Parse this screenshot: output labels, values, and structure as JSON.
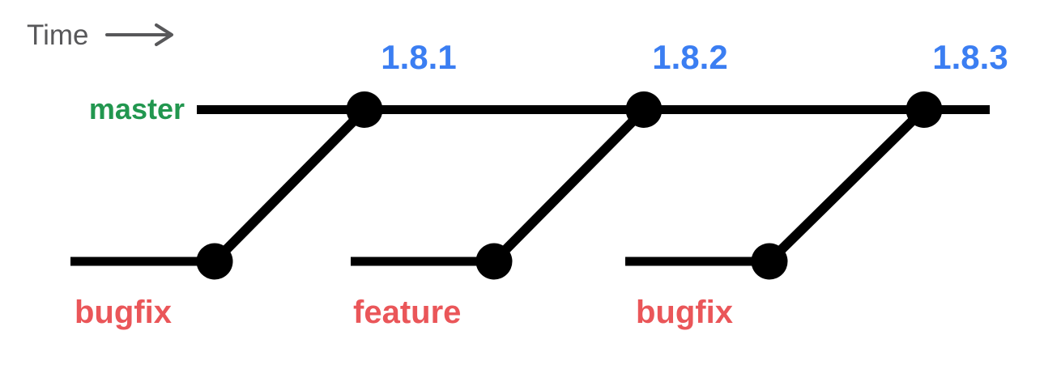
{
  "time_label": "Time",
  "master_branch": {
    "label": "master"
  },
  "releases": [
    {
      "version": "1.8.1"
    },
    {
      "version": "1.8.2"
    },
    {
      "version": "1.8.3"
    }
  ],
  "topic_branches": [
    {
      "label": "bugfix",
      "merges_at_release": "1.8.1"
    },
    {
      "label": "feature",
      "merges_at_release": "1.8.2"
    },
    {
      "label": "bugfix",
      "merges_at_release": "1.8.3"
    }
  ],
  "colors": {
    "master_label": "#22974F",
    "release_label": "#3B7EF2",
    "topic_label": "#EA5659",
    "graph_line": "#000000",
    "commit_dot": "#000000",
    "time_label": "#58585A",
    "background": "#FFFFFF"
  }
}
